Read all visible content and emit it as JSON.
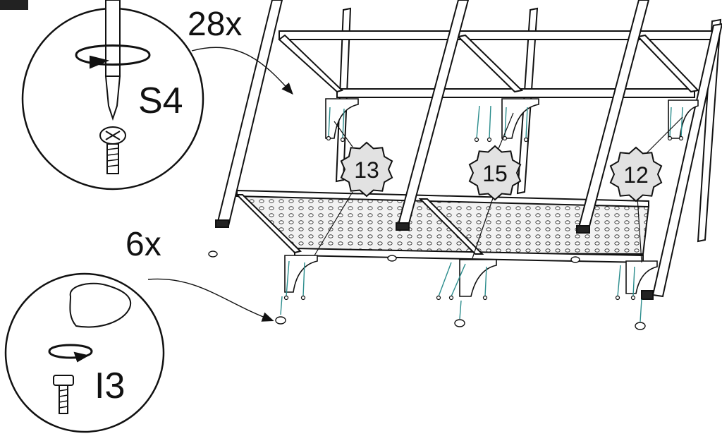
{
  "callouts": {
    "screw": {
      "quantity": "28x",
      "code": "S4",
      "icon": "phillips-screw-icon"
    },
    "foot": {
      "quantity": "6x",
      "code": "I3",
      "icon": "adjustable-foot-icon"
    }
  },
  "parts": [
    {
      "number": "13"
    },
    {
      "number": "15"
    },
    {
      "number": "12"
    }
  ],
  "colors": {
    "line": "#111111",
    "shelf": "#e6e6e6",
    "badge": "#e2e2e2",
    "screw": "#2a8c8c"
  }
}
